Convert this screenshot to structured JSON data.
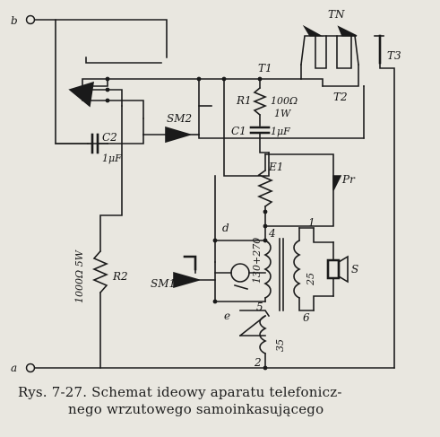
{
  "terminals": {
    "b": "b",
    "a": "a"
  },
  "components": {
    "C2": {
      "name": "C2",
      "value": "1μF"
    },
    "R2": {
      "name": "R2",
      "value": "1000Ω 5W"
    },
    "SM2": {
      "name": "SM2"
    },
    "SM1": {
      "name": "SM1"
    },
    "R1": {
      "name": "R1",
      "value": "100Ω",
      "power": "1W"
    },
    "C1": {
      "name": "C1",
      "value": "1μF"
    },
    "T1": {
      "name": "T1"
    },
    "T2": {
      "name": "T2"
    },
    "T3": {
      "name": "T3"
    },
    "TN": {
      "name": "TN"
    },
    "E1": {
      "name": "E1"
    },
    "Pr": {
      "name": "Pr"
    },
    "S": {
      "name": "S"
    },
    "coil_main": {
      "value": "130+270"
    },
    "coil_secondary": {
      "value": "25"
    },
    "coil_lower": {
      "value": "35"
    }
  },
  "nodes": [
    "d",
    "e",
    "1",
    "2",
    "4",
    "5",
    "6"
  ],
  "caption": {
    "line1": "Rys. 7-27. Schemat ideowy aparatu telefonicz-",
    "line2": "nego wrzutowego samoinkasującego"
  }
}
